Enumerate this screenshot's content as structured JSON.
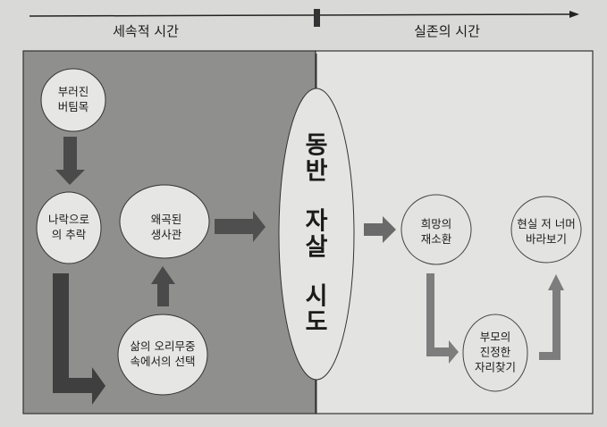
{
  "timeline": {
    "left_label": "세속적 시간",
    "right_label": "실존의 시간"
  },
  "center": {
    "chars": [
      "동",
      "반",
      "자",
      "살",
      "시",
      "도"
    ]
  },
  "nodes": {
    "broken_support": [
      "부러진",
      "버팀목"
    ],
    "fall_into_abyss": [
      "나락으로",
      "의 추락"
    ],
    "distorted_view": [
      "왜곡된",
      "생사관"
    ],
    "choice_in_fog": [
      "삶의 오리무중",
      "속에서의 선택"
    ],
    "hope_recall": [
      "희망의",
      "재소환"
    ],
    "beyond_reality": [
      "현실 저 너머",
      "바라보기"
    ],
    "parent_place": [
      "부모의",
      "진정한",
      "자리찾기"
    ]
  },
  "colors": {
    "page": "#d9d9d7",
    "left_panel": "#8f8f8d",
    "right_panel": "#e3e3e1",
    "node_fill": "#e6e6e4",
    "dark_arrow": "#4a4a4a",
    "light_arrow": "#7d7d7d"
  }
}
